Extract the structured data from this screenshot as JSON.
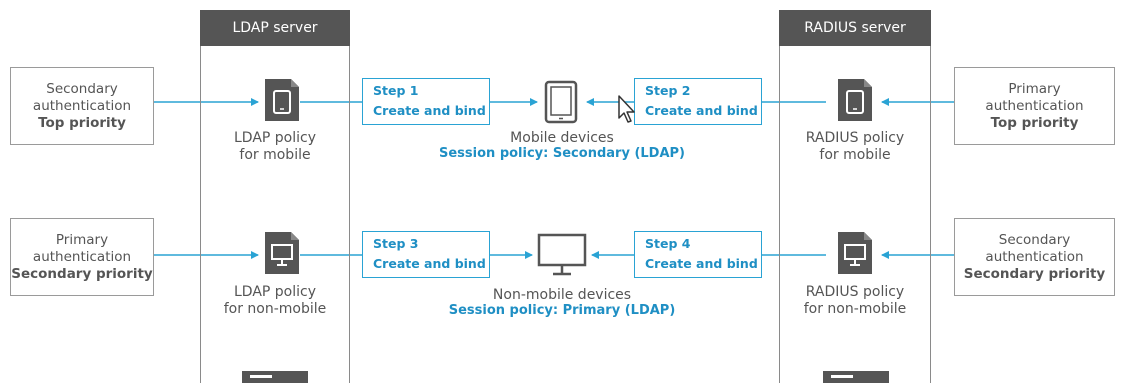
{
  "ldap_server": {
    "title": "LDAP server"
  },
  "radius_server": {
    "title": "RADIUS server"
  },
  "left_boxes": [
    {
      "line1": "Secondary",
      "line2": "authentication",
      "priority": "Top priority"
    },
    {
      "line1": "Primary",
      "line2": "authentication",
      "priority": "Secondary priority"
    }
  ],
  "right_boxes": [
    {
      "line1": "Primary",
      "line2": "authentication",
      "priority": "Top priority"
    },
    {
      "line1": "Secondary",
      "line2": "authentication",
      "priority": "Secondary priority"
    }
  ],
  "ldap_policies": [
    {
      "line1": "LDAP policy",
      "line2": "for mobile"
    },
    {
      "line1": "LDAP policy",
      "line2": "for non-mobile"
    }
  ],
  "radius_policies": [
    {
      "line1": "RADIUS policy",
      "line2": "for mobile"
    },
    {
      "line1": "RADIUS policy",
      "line2": "for non-mobile"
    }
  ],
  "steps": [
    {
      "label": "Step 1",
      "action": "Create and bind"
    },
    {
      "label": "Step 2",
      "action": "Create and bind"
    },
    {
      "label": "Step 3",
      "action": "Create and bind"
    },
    {
      "label": "Step 4",
      "action": "Create and bind"
    }
  ],
  "devices": [
    {
      "name": "Mobile devices",
      "session": "Session policy: Secondary (LDAP)"
    },
    {
      "name": "Non-mobile devices",
      "session": "Session policy: Primary (LDAP)"
    }
  ],
  "colors": {
    "accent": "#2aa3d4",
    "accent_text": "#1f8fc4",
    "header": "#555555",
    "icon": "#555555"
  }
}
